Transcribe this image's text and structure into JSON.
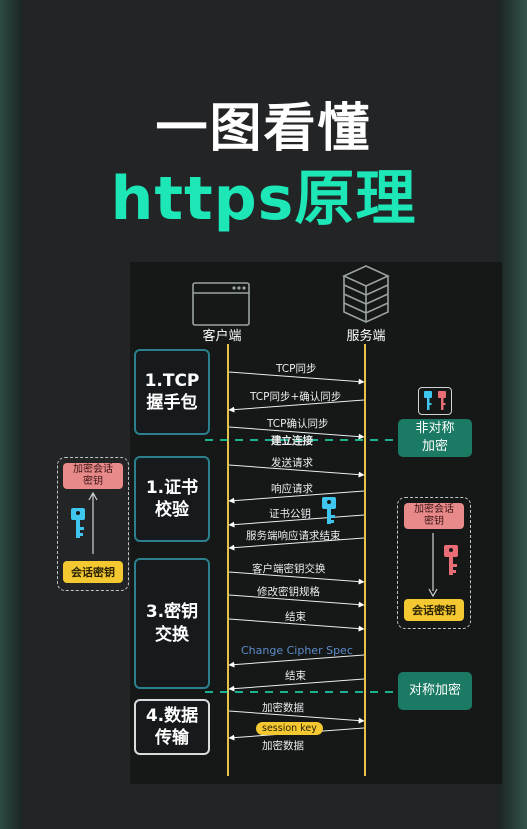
{
  "title": {
    "line1": "一图看懂",
    "line2": "https原理"
  },
  "diagram": {
    "client_label": "客户端",
    "server_label": "服务端",
    "stages": [
      {
        "label": "1.TCP\n握手包"
      },
      {
        "label": "1.证书\n校验"
      },
      {
        "label": "3.密钥\n交换"
      },
      {
        "label": "4.数据\n传输"
      }
    ],
    "messages": [
      {
        "text": "TCP同步",
        "dir": "right"
      },
      {
        "text": "TCP同步+确认同步",
        "dir": "left"
      },
      {
        "text": "TCP确认同步",
        "dir": "right"
      },
      {
        "text": "建立连接",
        "dir": "none"
      },
      {
        "text": "发送请求",
        "dir": "right"
      },
      {
        "text": "响应请求",
        "dir": "left"
      },
      {
        "text": "证书公钥",
        "dir": "left"
      },
      {
        "text": "服务端响应请求结束",
        "dir": "left"
      },
      {
        "text": "客户端密钥交换",
        "dir": "right"
      },
      {
        "text": "修改密钥规格",
        "dir": "right"
      },
      {
        "text": "结束",
        "dir": "right"
      },
      {
        "text": "Change Cipher Spec",
        "dir": "left"
      },
      {
        "text": "结束",
        "dir": "left"
      },
      {
        "text": "加密数据",
        "dir": "right"
      },
      {
        "text": "session key",
        "dir": "none"
      },
      {
        "text": "加密数据",
        "dir": "left"
      }
    ],
    "server_side": {
      "asymmetric_label": "非对称\n加密",
      "encrypt_session_key": "加密会话\n密钥",
      "session_key": "会话密钥",
      "symmetric_label": "对称加密"
    },
    "client_side": {
      "encrypt_session_key": "加密会话\n密钥",
      "session_key": "会话密钥"
    }
  },
  "colors": {
    "accent": "#1de6b7",
    "lifeline": "#e6c24a",
    "stage_border": "#2c7f8c",
    "green_box": "#1a7a63",
    "key_blue": "#3fc6ee",
    "key_pink": "#e96d74",
    "session_tag": "#f4c830"
  },
  "icons": [
    "browser-window-icon",
    "server-stack-icon",
    "key-icon"
  ]
}
